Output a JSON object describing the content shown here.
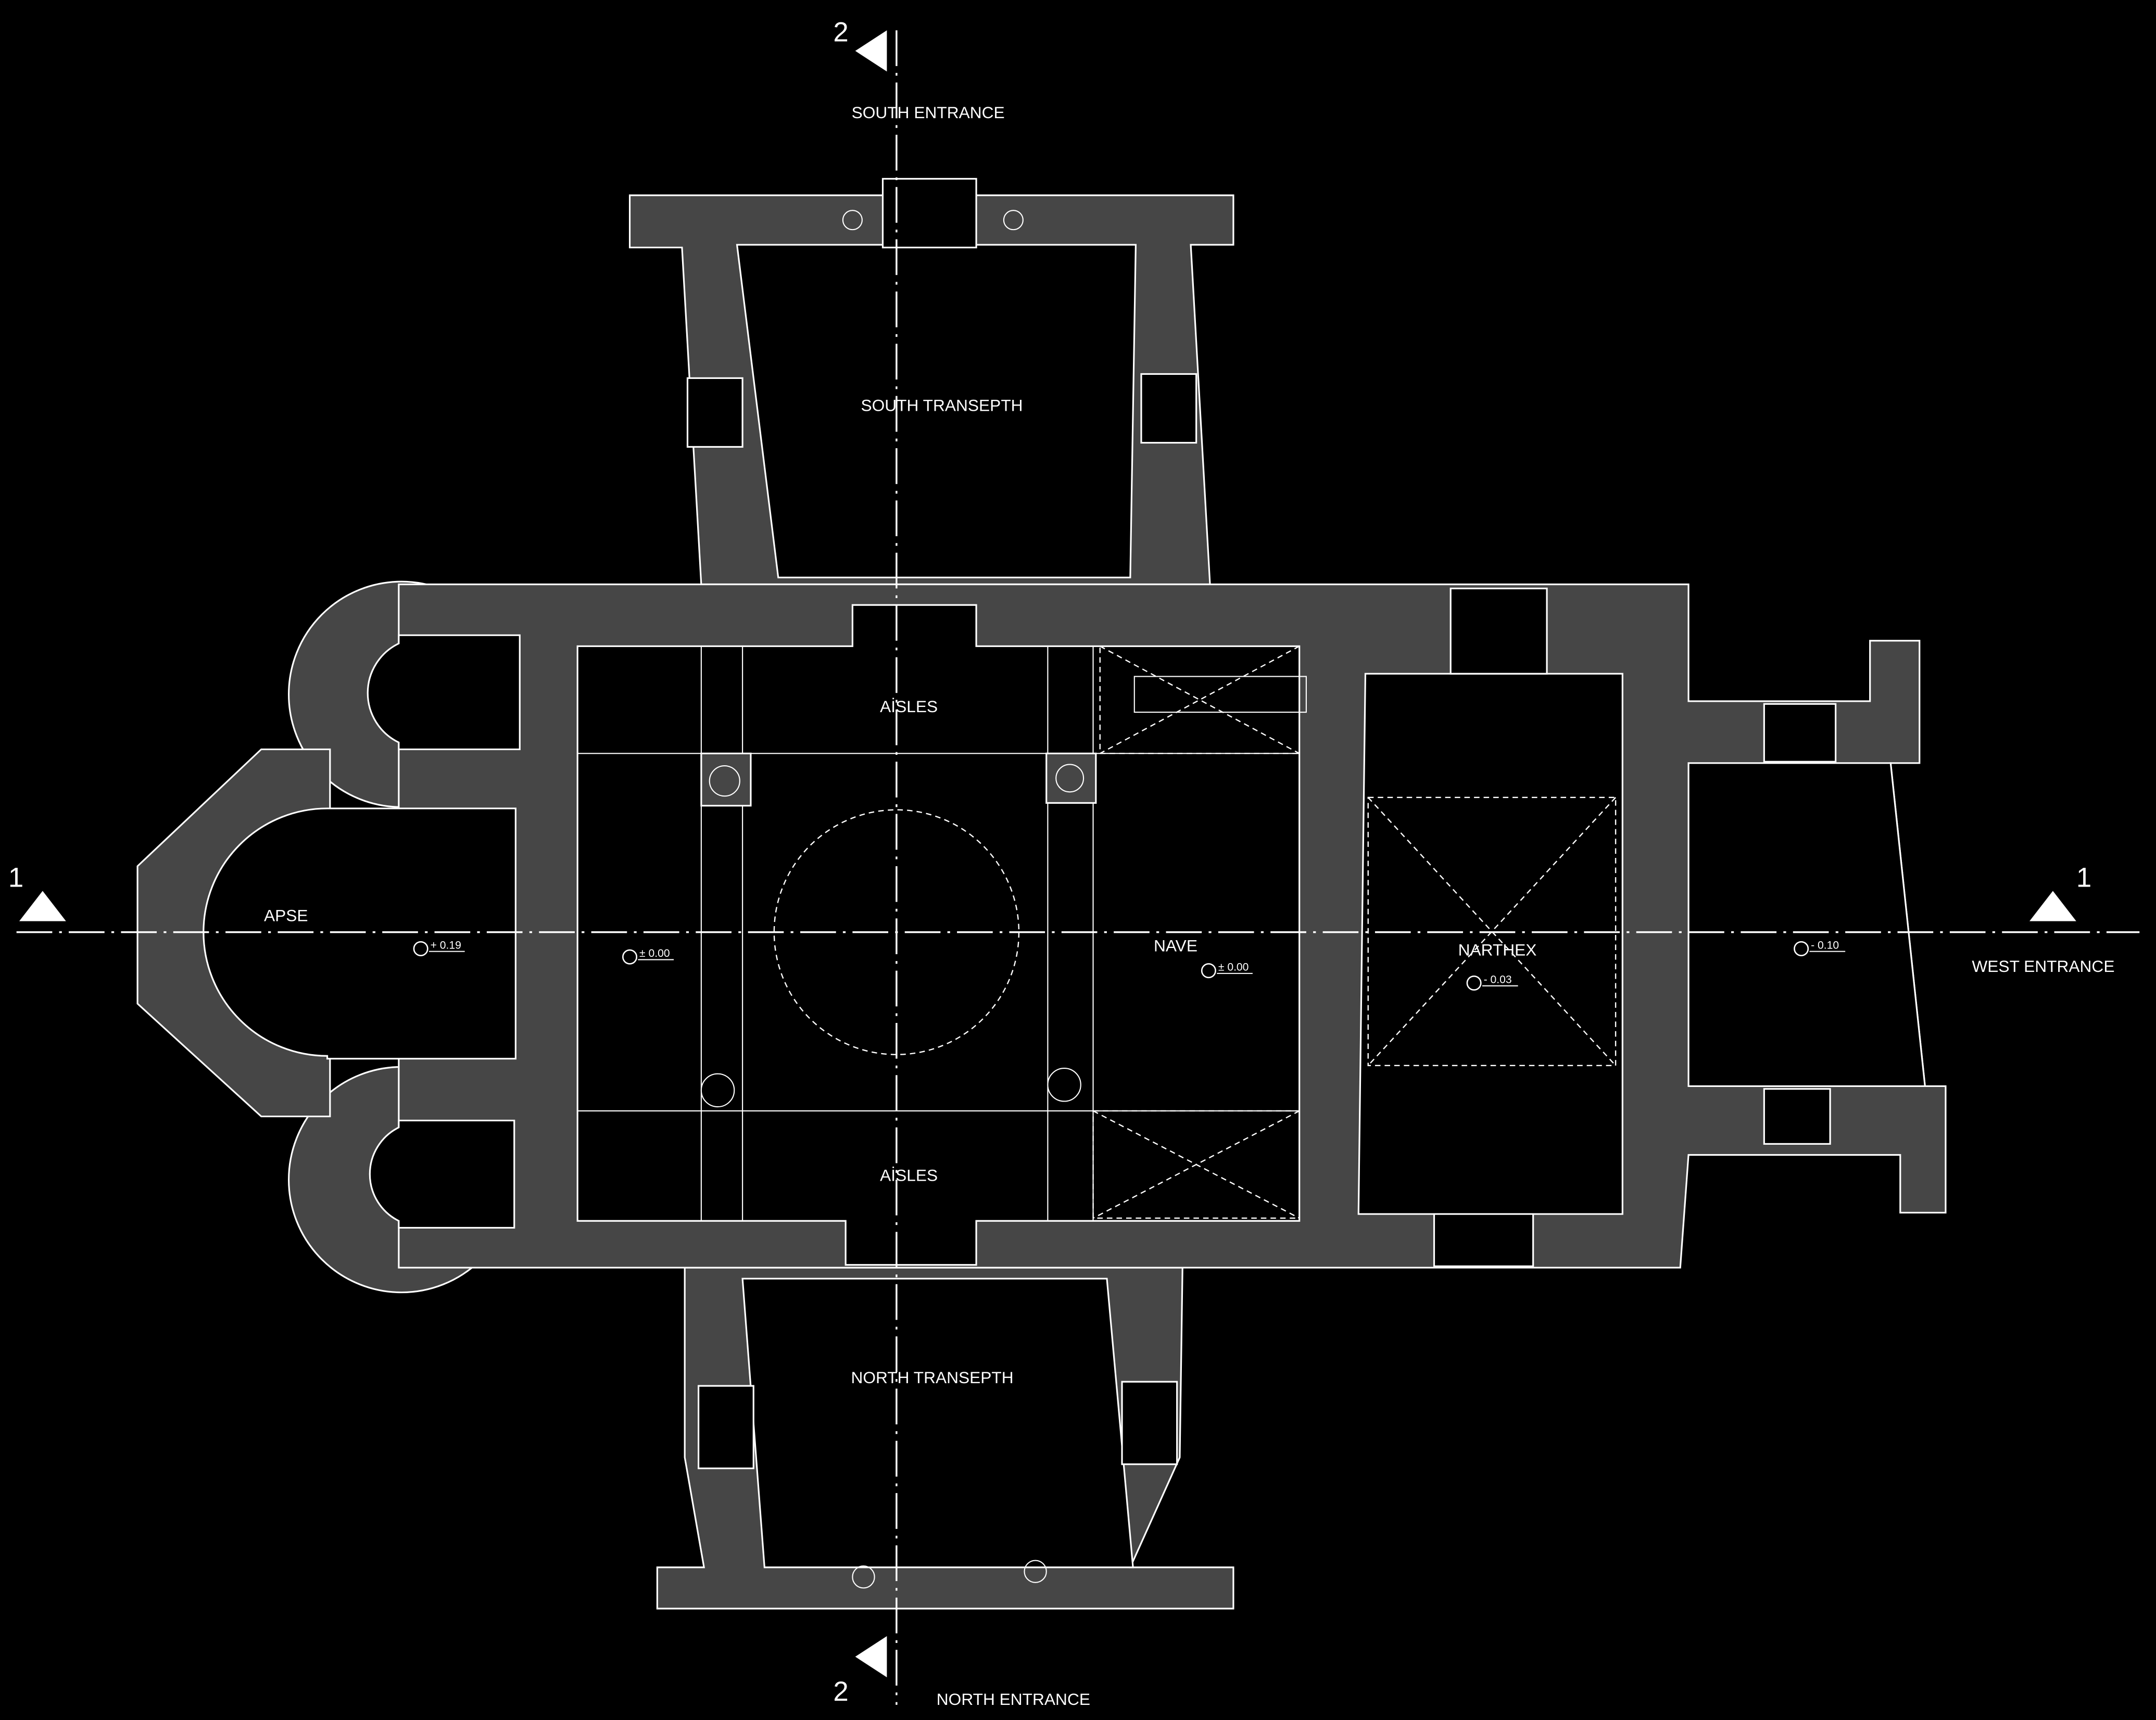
{
  "labels": {
    "south_entrance": "SOUTH ENTRANCE",
    "south_transept": "SOUTH TRANSEPTH",
    "aisles_top": "AİSLES",
    "aisles_bottom": "AİSLES",
    "apse": "APSE",
    "nave": "NAVE",
    "narthex": "NARTHEX",
    "north_transept": "NORTH TRANSEPTH",
    "north_entrance": "NORTH ENTRANCE",
    "west_entrance": "WEST ENTRANCE"
  },
  "section_markers": {
    "left": "1",
    "right": "1",
    "top": "2",
    "bottom": "2"
  },
  "levels": {
    "apse_side": "+ 0.19",
    "crossing": "± 0.00",
    "nave": "± 0.00",
    "narthex": "- 0.03",
    "porch": "- 0.10"
  },
  "colors": {
    "background": "#000000",
    "wall": "#464646",
    "line": "#ffffff"
  }
}
